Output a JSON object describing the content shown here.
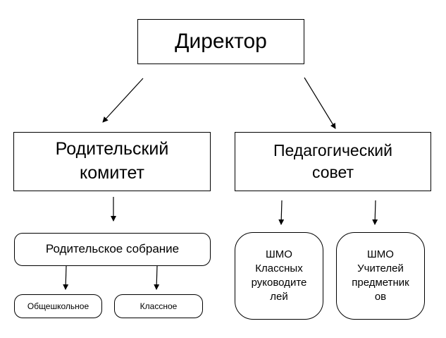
{
  "director": "Директор",
  "parent_committee": [
    "Родительский",
    "комитет"
  ],
  "ped_council": [
    "Педагогический",
    "совет"
  ],
  "parent_meeting": "Родительское собрание",
  "school_wide": "Общешкольное",
  "class_level": "Классное",
  "smo_class": [
    "ШМО",
    "Классных",
    "руководите",
    "лей"
  ],
  "smo_subject": [
    "ШМО",
    "Учителей",
    "предметник",
    "ов"
  ]
}
